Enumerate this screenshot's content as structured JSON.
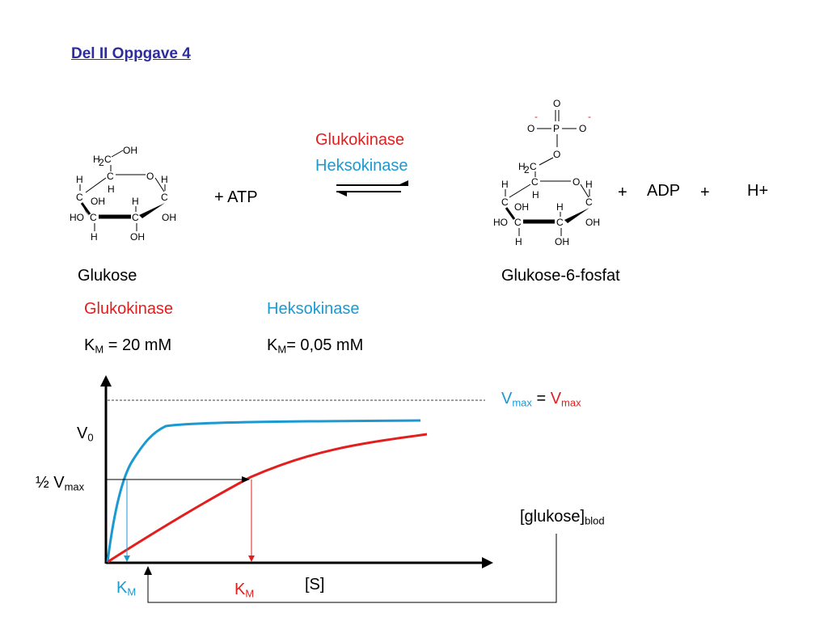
{
  "title": "Del II Oppgave 4",
  "reaction": {
    "plus_atp": "+ ATP",
    "enzyme1": "Glukokinase",
    "enzyme2": "Heksokinase",
    "plus1": "+",
    "adp": "ADP",
    "plus2": "+",
    "h_plus": "H+",
    "substrate_label": "Glukose",
    "product_label": "Glukose-6-fosfat"
  },
  "kinetics": {
    "gk_name": "Glukokinase",
    "hk_name": "Heksokinase",
    "gk_km_prefix": "K",
    "gk_km_sub": "M",
    "gk_km_value": " = 20 mM",
    "hk_km_prefix": "K",
    "hk_km_sub": "M",
    "hk_km_value": "= 0,05 mM"
  },
  "graph": {
    "v0": "V",
    "v0_sub": "0",
    "half_vmax_prefix": "½ V",
    "half_vmax_sub": "max",
    "vmax_left": "V",
    "vmax_left_sub": "max",
    "vmax_eq": " = ",
    "vmax_right": "V",
    "vmax_right_sub": "max",
    "x_axis_label": "[S]",
    "glucose_label": "[glukose]",
    "glucose_sub": "blod",
    "km_blue": "K",
    "km_blue_sub": "M",
    "km_red": "K",
    "km_red_sub": "M"
  },
  "colors": {
    "title": "#2d2d9e",
    "glukokinase": "#e31e1e",
    "heksokinase": "#1b9ad2"
  }
}
